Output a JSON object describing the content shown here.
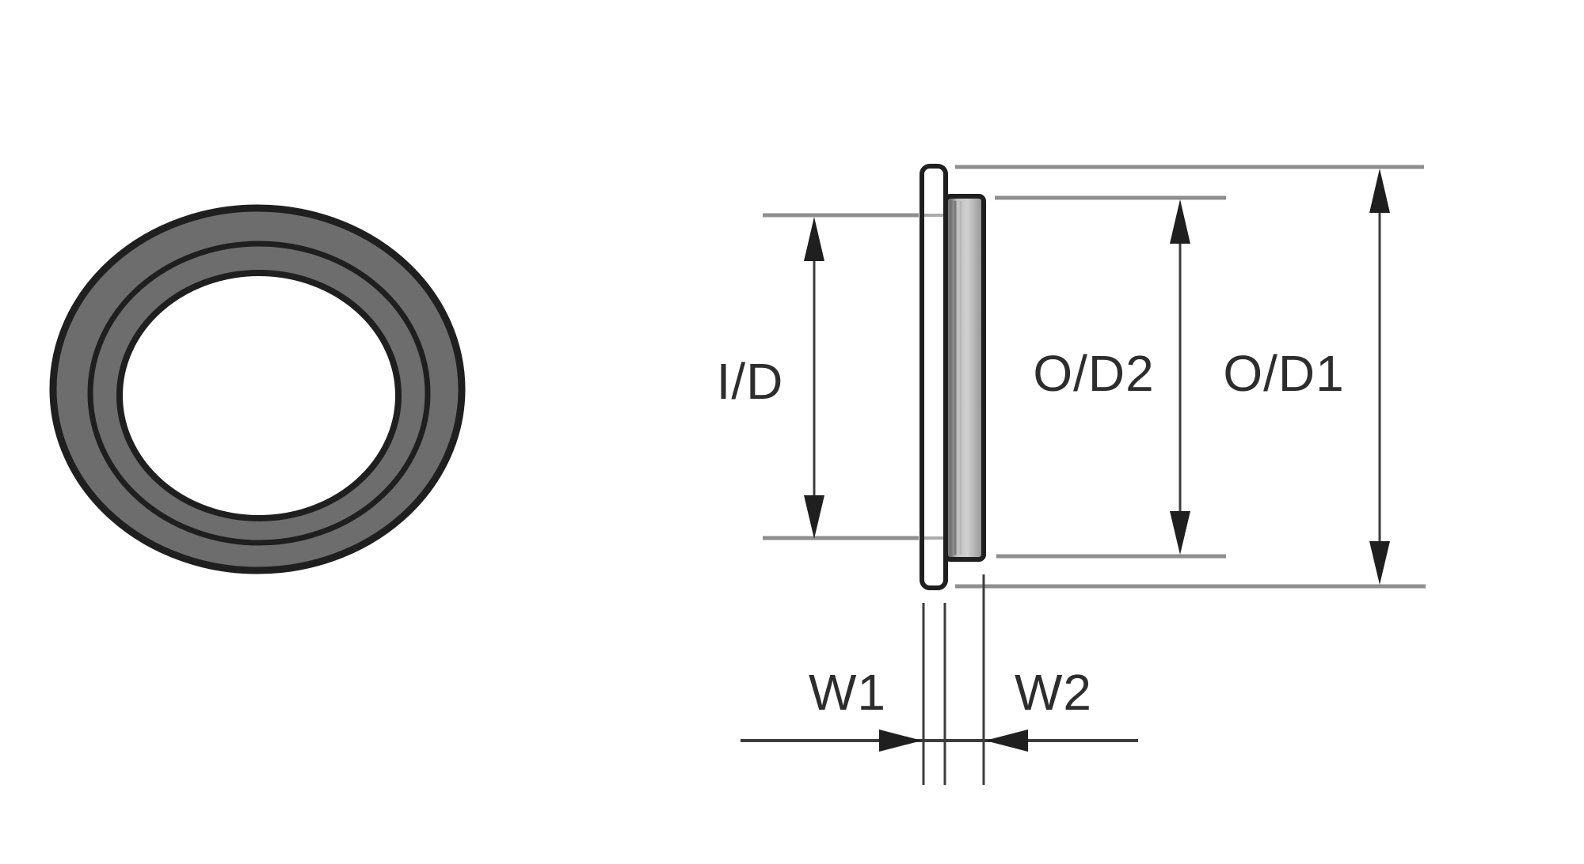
{
  "diagram": {
    "labels": {
      "inner_diameter": "I/D",
      "outer_diameter_2": "O/D2",
      "outer_diameter_1": "O/D1",
      "width_1": "W1",
      "width_2": "W2"
    },
    "colors": {
      "background": "#ffffff",
      "ring_fill": "#6d6d6d",
      "outline": "#1f1f1f",
      "seal_light": "#c9c9c9",
      "seal_dark": "#868686",
      "extension_line": "#8f8f8f",
      "dimension_line": "#3c3c3c",
      "arrow": "#1f1f1f",
      "label_text": "#2d2d2d"
    }
  }
}
